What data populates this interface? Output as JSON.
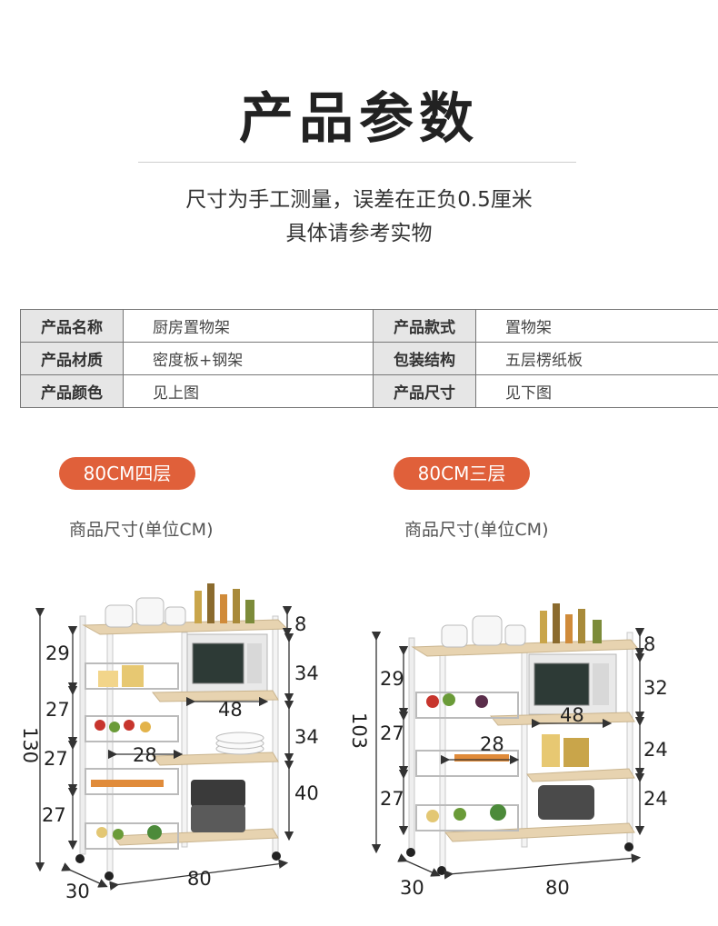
{
  "title": "产品参数",
  "notes": [
    "尺寸为手工测量，误差在正负0.5厘米",
    "具体请参考实物"
  ],
  "spec_rows": [
    {
      "k1": "产品名称",
      "v1": "厨房置物架",
      "k2": "产品款式",
      "v2": "置物架"
    },
    {
      "k1": "产品材质",
      "v1": "密度板+钢架",
      "k2": "包装结构",
      "v2": "五层楞纸板"
    },
    {
      "k1": "产品颜色",
      "v1": "见上图",
      "k2": "产品尺寸",
      "v2": "见下图"
    }
  ],
  "variants": [
    {
      "badge": "80CM四层",
      "subtitle": "商品尺寸(单位CM)",
      "dims": {
        "height": "130",
        "left_1": "29",
        "left_2": "27",
        "left_3": "27",
        "left_4": "27",
        "right_1": "8",
        "right_2": "34",
        "right_3": "34",
        "right_4": "40",
        "shelf_depth": "48",
        "basket_depth": "28",
        "depth": "30",
        "width": "80"
      }
    },
    {
      "badge": "80CM三层",
      "subtitle": "商品尺寸(单位CM)",
      "dims": {
        "height": "103",
        "left_1": "29",
        "left_2": "27",
        "left_3": "27",
        "right_1": "8",
        "right_2": "32",
        "right_3": "24",
        "right_4": "24",
        "shelf_depth": "48",
        "basket_depth": "28",
        "depth": "30",
        "width": "80"
      }
    }
  ],
  "colors": {
    "accent": "#e0603a",
    "shelf": "#e7d3b0",
    "frame": "#f4f4f4"
  }
}
